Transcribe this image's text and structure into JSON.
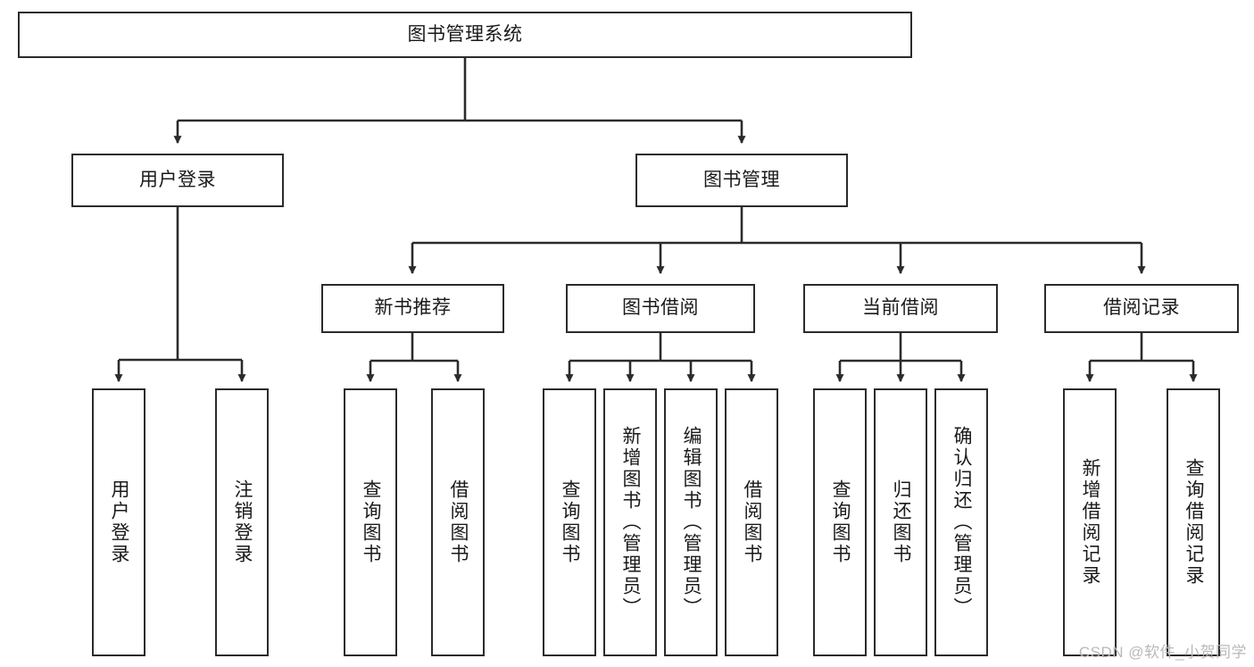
{
  "diagram": {
    "title": "图书管理系统",
    "type": "tree",
    "colors": {
      "box_border": "#2b2b2b",
      "box_fill": "#ffffff",
      "edge": "#2b2b2b",
      "text": "#1a1a1a",
      "watermark": "#b9b9b9"
    },
    "nodes": {
      "root": {
        "label": "图书管理系统"
      },
      "level2": [
        {
          "id": "user-login",
          "label": "用户登录"
        },
        {
          "id": "book-manage",
          "label": "图书管理"
        }
      ],
      "level3": [
        {
          "id": "new-book-rec",
          "label": "新书推荐"
        },
        {
          "id": "book-borrow",
          "label": "图书借阅"
        },
        {
          "id": "current-borrow",
          "label": "当前借阅"
        },
        {
          "id": "borrow-record",
          "label": "借阅记录"
        }
      ],
      "leaves": {
        "user_login": [
          {
            "id": "leaf-user-login",
            "label": "用户登录"
          },
          {
            "id": "leaf-user-logout",
            "label": "注销登录"
          }
        ],
        "new_book_rec": [
          {
            "id": "leaf-query-book-1",
            "label": "查询图书"
          },
          {
            "id": "leaf-borrow-book-1",
            "label": "借阅图书"
          }
        ],
        "book_borrow": [
          {
            "id": "leaf-query-book-2",
            "label": "查询图书"
          },
          {
            "id": "leaf-add-book",
            "label": "新增图书（管理员）"
          },
          {
            "id": "leaf-edit-book",
            "label": "编辑图书（管理员）"
          },
          {
            "id": "leaf-borrow-book-2",
            "label": "借阅图书"
          }
        ],
        "current_borrow": [
          {
            "id": "leaf-query-book-3",
            "label": "查询图书"
          },
          {
            "id": "leaf-return-book",
            "label": "归还图书"
          },
          {
            "id": "leaf-confirm-return",
            "label": "确认归还（管理员）"
          }
        ],
        "borrow_record": [
          {
            "id": "leaf-add-record",
            "label": "新增借阅记录"
          },
          {
            "id": "leaf-query-record",
            "label": "查询借阅记录"
          }
        ]
      }
    },
    "watermark": "CSDN @软件_小贺同学"
  }
}
